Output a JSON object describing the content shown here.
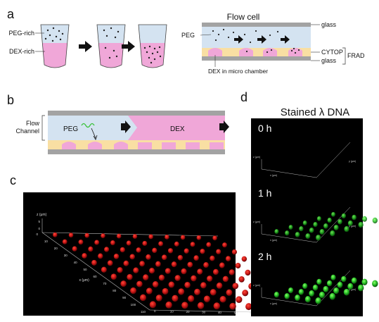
{
  "panels": {
    "a": {
      "label": "a",
      "tube_labels": {
        "peg_rich": "PEG-rich",
        "dex_rich": "DEX-rich"
      },
      "flowcell": {
        "title": "Flow cell",
        "peg": "PEG",
        "glass_top": "glass",
        "cytop": "CYTOP",
        "glass_bottom": "glass",
        "frad": "FRAD",
        "dex_chamber": "DEX in micro chamber"
      }
    },
    "b": {
      "label": "b",
      "flow_channel": "Flow\nChannel",
      "peg": "PEG",
      "dex": "DEX"
    },
    "c": {
      "label": "c",
      "x_axis": "x (μm)",
      "y_axis": "y (μm)",
      "z_axis": "z (μm)",
      "x_ticks": [
        "0",
        "10",
        "20",
        "30",
        "40",
        "50",
        "60",
        "70",
        "80",
        "90",
        "100",
        "110"
      ],
      "y_ticks": [
        "0",
        "10",
        "20",
        "30",
        "40",
        "50",
        "60",
        "70",
        "80",
        "90",
        "100",
        "110"
      ],
      "z_ticks": [
        "5",
        "0"
      ]
    },
    "d": {
      "label": "d",
      "title": "Stained λ DNA",
      "times": [
        "0 h",
        "1 h",
        "2 h"
      ],
      "x_axis": "x (μm)",
      "y_axis": "y (μm)",
      "z_axis": "z (μm)"
    }
  },
  "colors": {
    "peg_blue": "#d4e3f1",
    "dex_pink": "#f0a7d8",
    "cytop_yellow": "#f9dfa3",
    "glass_gray": "#a3a3a3",
    "droplet_red": "#c11818",
    "droplet_green": "#2bc52b",
    "dark_bg": "#000000"
  }
}
